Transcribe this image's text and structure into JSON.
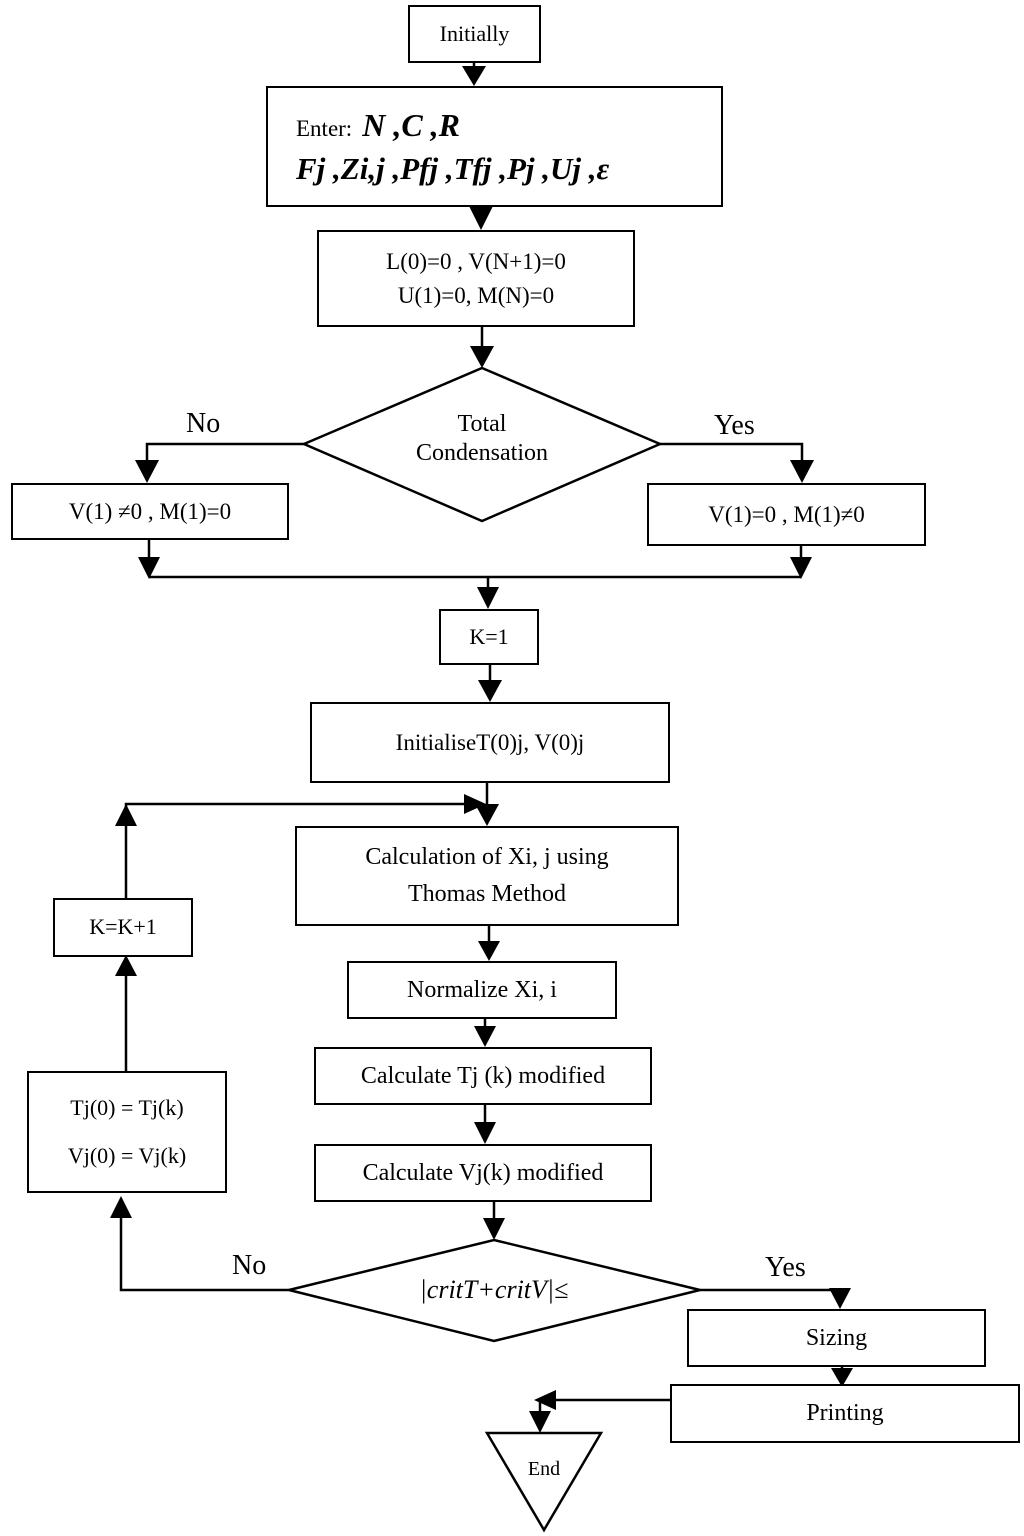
{
  "nodes": {
    "initially": "Initially",
    "enter": {
      "prefix": "Enter:",
      "line1": "N ,C ,R",
      "line2": "Fj ,Zi,j ,Pfj ,Tfj ,Pj ,Uj ,ε"
    },
    "init_cond": [
      "L(0)=0 , V(N+1)=0",
      "U(1)=0, M(N)=0"
    ],
    "decision1": [
      "Total",
      "Condensation"
    ],
    "no_branch": "V(1) ≠0 , M(1)=0",
    "yes_branch": "V(1)=0 , M(1)≠0",
    "k1": "K=1",
    "initialise": "InitialiseT(0)j, V(0)j",
    "calc_x": [
      "Calculation of Xi, j using",
      "Thomas Method"
    ],
    "normalize": "Normalize Xi, i",
    "calc_t": "Calculate Tj (k) modified",
    "calc_v": "Calculate Vj(k) modified",
    "decision2": "|critT+critV|≤",
    "update": [
      "Tj(0) = Tj(k)",
      "Vj(0) = Vj(k)"
    ],
    "kinc": "K=K+1",
    "sizing": "Sizing",
    "printing": "Printing",
    "end": "End"
  },
  "edge_labels": {
    "d1_no": "No",
    "d1_yes": "Yes",
    "d2_no": "No",
    "d2_yes": "Yes"
  }
}
